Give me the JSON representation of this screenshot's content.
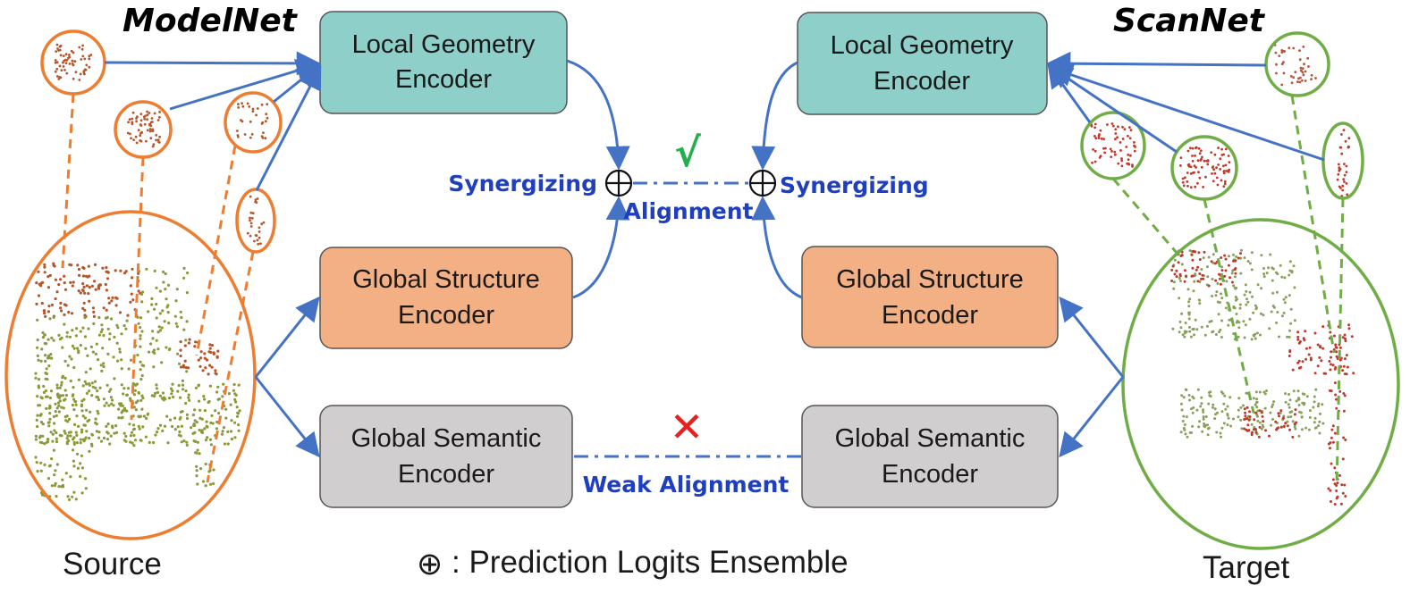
{
  "source_dataset": "ModelNet",
  "target_dataset": "ScanNet",
  "source_caption": "Source",
  "target_caption": "Target",
  "left_encoders": {
    "local": [
      "Local Geometry",
      "Encoder"
    ],
    "structure": [
      "Global Structure",
      "Encoder"
    ],
    "semantic": [
      "Global Semantic",
      "Encoder"
    ]
  },
  "right_encoders": {
    "local": [
      "Local Geometry",
      "Encoder"
    ],
    "structure": [
      "Global Structure",
      "Encoder"
    ],
    "semantic": [
      "Global Semantic",
      "Encoder"
    ]
  },
  "synergizing_label": "Synergizing",
  "alignment_label": "Alignment",
  "weak_alignment_label": "Weak Alignment",
  "check_mark": "√",
  "cross_mark": "✕",
  "legend_symbol": "⊕",
  "legend_text": ": Prediction Logits Ensemble",
  "colors": {
    "local_box": "#8ecfc9",
    "structure_box": "#f2b084",
    "semantic_box": "#d0cece",
    "arrow": "#4472c4",
    "source": "#ed7d31",
    "target": "#70ad47",
    "label": "#1f3fbf",
    "check": "#22b04b",
    "cross": "#e52222"
  }
}
